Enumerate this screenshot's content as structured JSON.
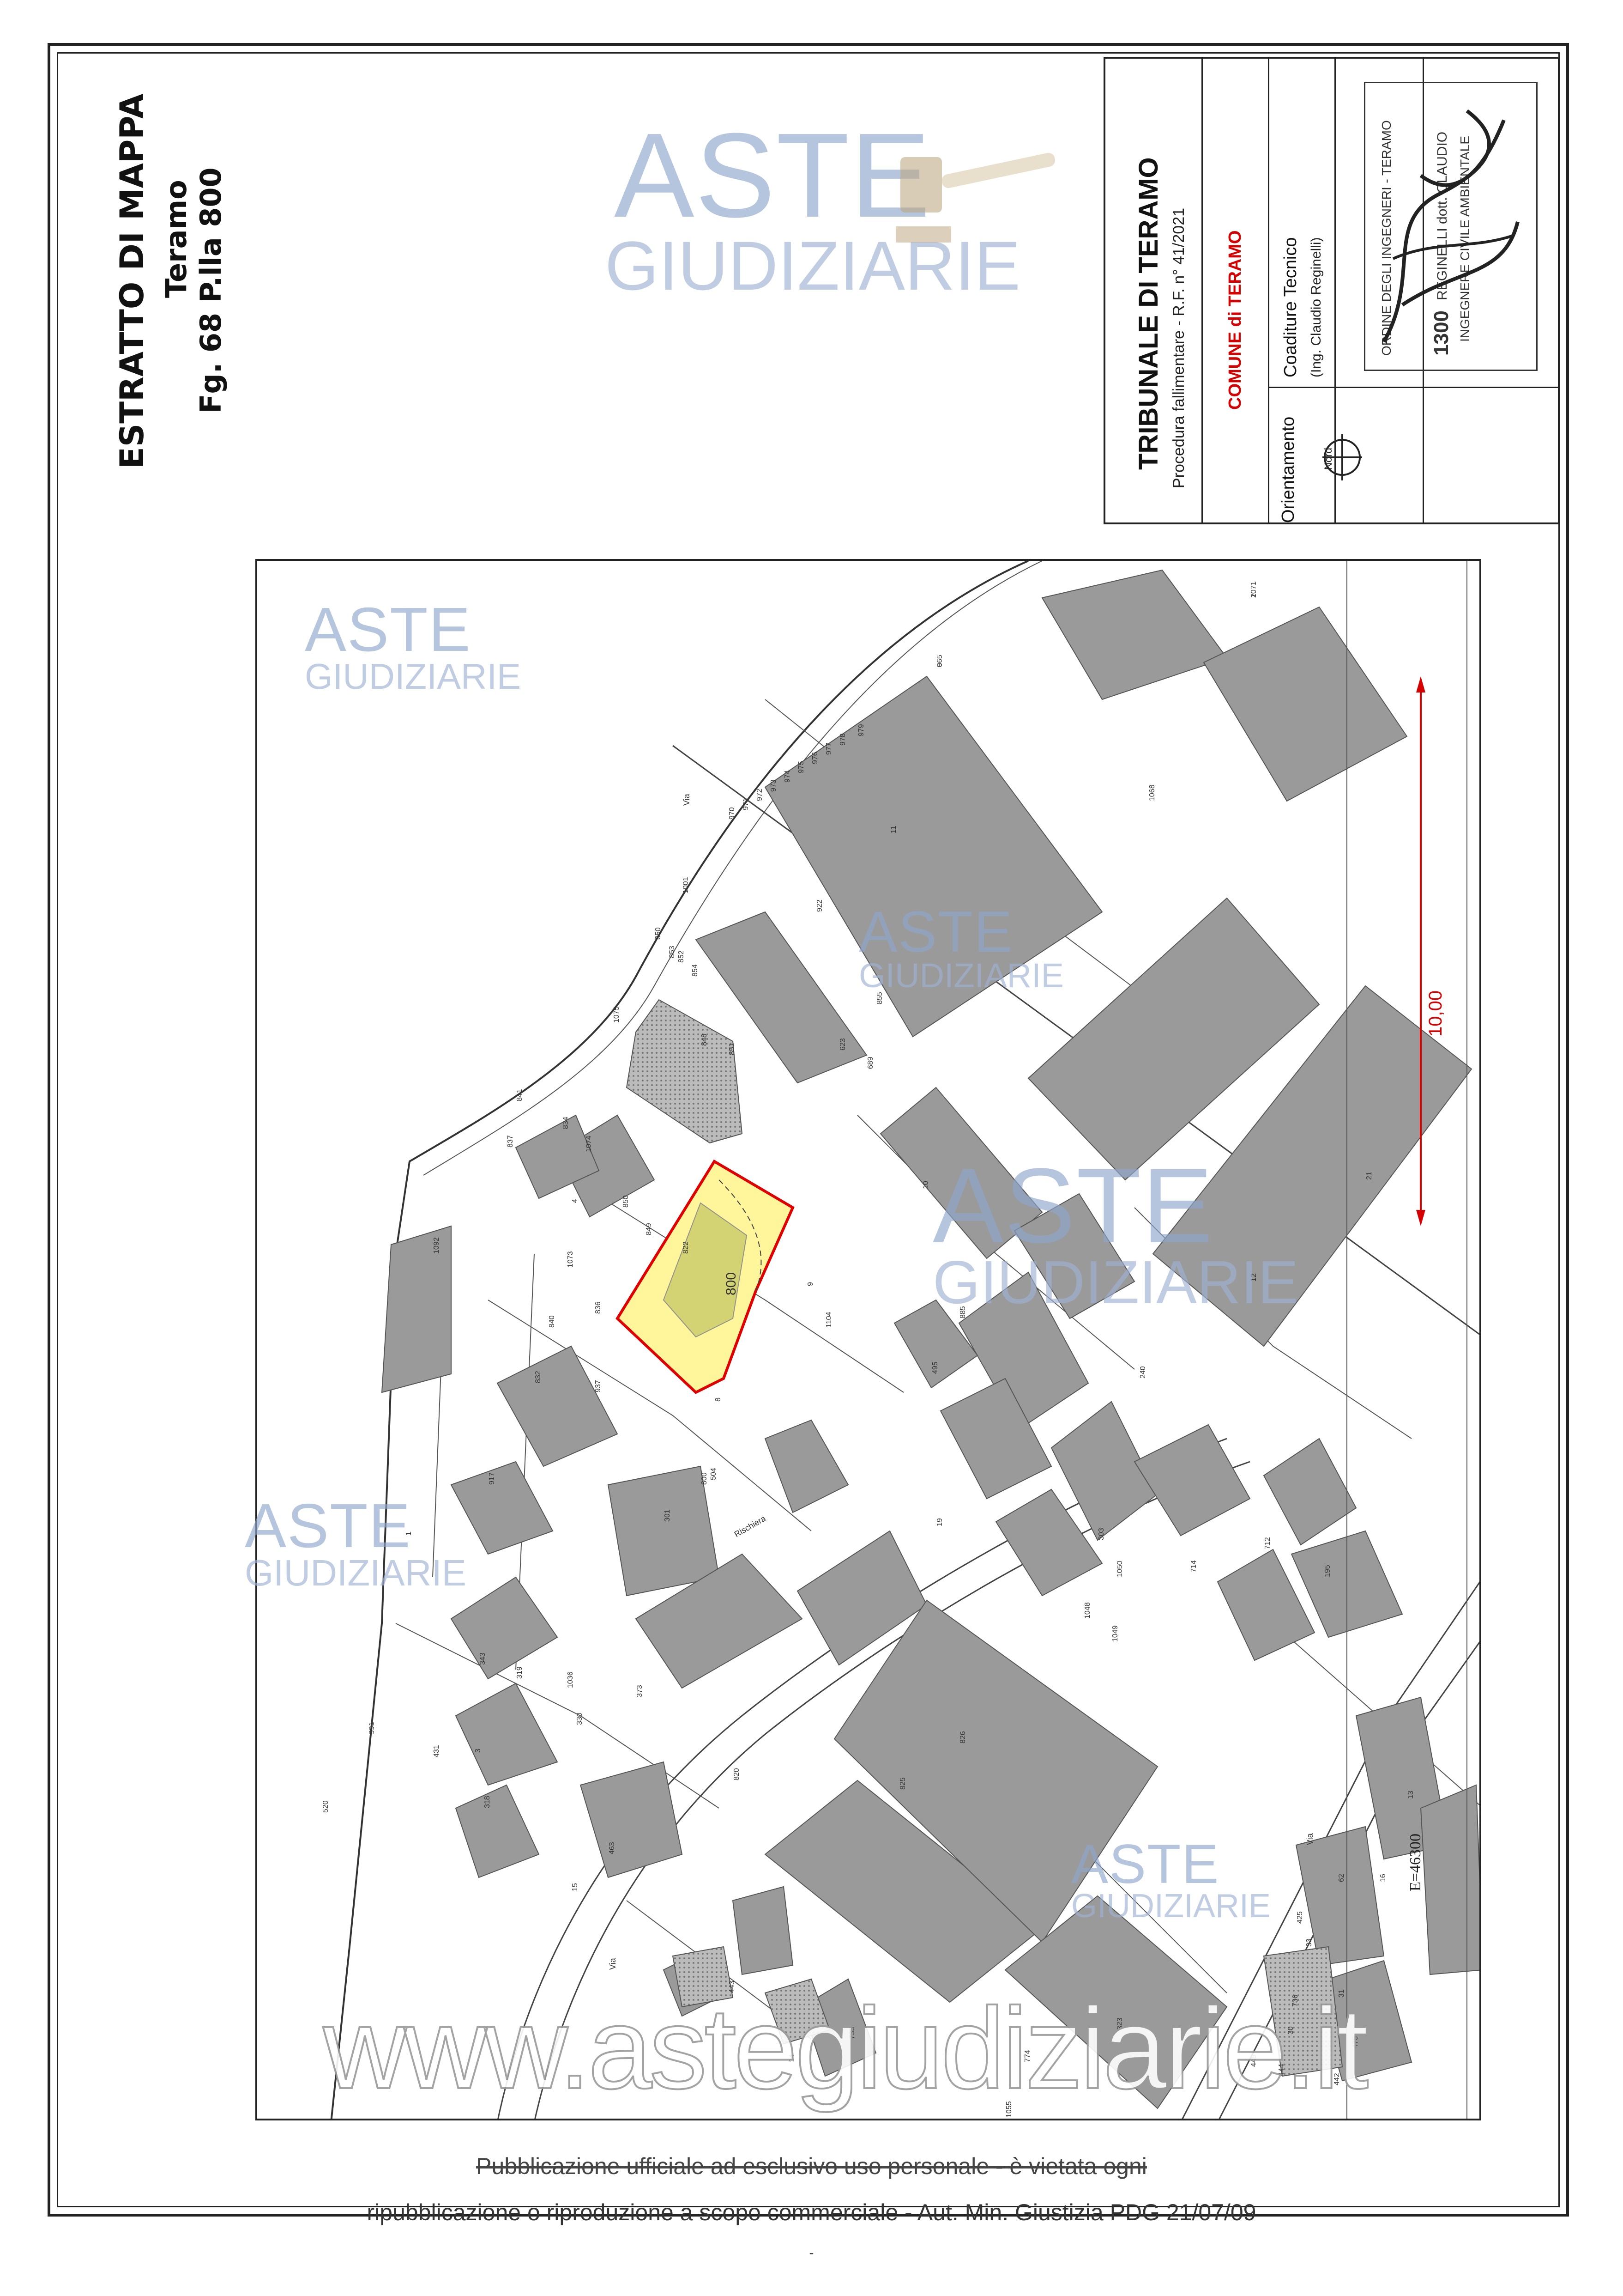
{
  "heading": {
    "title": "ESTRATTO DI MAPPA",
    "city": "Teramo",
    "sheet": "Fg. 68 P.lla 800"
  },
  "title_block": {
    "court": "TRIBUNALE DI TERAMO",
    "procedure": "Procedura fallimentare - R.F. n° 41/2021",
    "municipality": "COMUNE di TERAMO",
    "role": "Coaditure Tecnico",
    "engineer": "(Ing. Claudio Reginelli)",
    "orientation_label": "Orientamento",
    "north_label": "Nord",
    "stamp": {
      "line1": "ORDINE DEGLI INGEGNERI - TERAMO",
      "number": "1300",
      "line2": "REGINELLI dott. CLAUDIO",
      "line3": "INGEGNERE CIVILE AMBIENTALE"
    }
  },
  "map": {
    "scale_label": "10,00",
    "coordinate_label": "E=46300",
    "highlight_parcel": "800",
    "street_labels": [
      "Via",
      "Via",
      "Via",
      "Rischiera"
    ],
    "parcel_numbers": [
      "1071",
      "965",
      "11",
      "1068",
      "970",
      "971",
      "972",
      "973",
      "974",
      "975",
      "976",
      "977",
      "978",
      "979",
      "1001",
      "922",
      "855",
      "850",
      "853",
      "852",
      "854",
      "1075",
      "848",
      "851",
      "623",
      "689",
      "10",
      "12",
      "21",
      "841",
      "837",
      "834",
      "1074",
      "850",
      "849",
      "822",
      "4",
      "1092",
      "1073",
      "1104",
      "9",
      "885",
      "495",
      "240",
      "19",
      "840",
      "836",
      "832",
      "937",
      "800",
      "8",
      "504",
      "301",
      "917",
      "1",
      "303",
      "712",
      "1050",
      "714",
      "195",
      "1048",
      "1049",
      "343",
      "319",
      "1036",
      "373",
      "431",
      "3",
      "318",
      "330",
      "826",
      "991",
      "520",
      "463",
      "15",
      "820",
      "825",
      "13",
      "62",
      "425",
      "33",
      "31",
      "736",
      "30",
      "475",
      "442",
      "445",
      "444",
      "443",
      "14",
      "735",
      "774",
      "323",
      "1055",
      "16",
      "2",
      "6"
    ]
  },
  "watermark": {
    "brand_top": "ASTE",
    "brand_bottom": "GIUDIZIARIE",
    "url": "www.astegiudiziarie.it"
  },
  "footer": {
    "line1": "Pubblicazione ufficiale ad esclusivo uso personale - è vietata ogni",
    "line2": "ripubblicazione o riproduzione a scopo commerciale - Aut. Min. Giustizia PDG 21/07/09",
    "page_marker": "-"
  },
  "colors": {
    "highlight_fill": "#fff59b",
    "highlight_stroke": "#e00000",
    "building": "#9a9a9a",
    "scale_arrow": "#d60000",
    "watermark_blue": "#8fa7cc"
  }
}
